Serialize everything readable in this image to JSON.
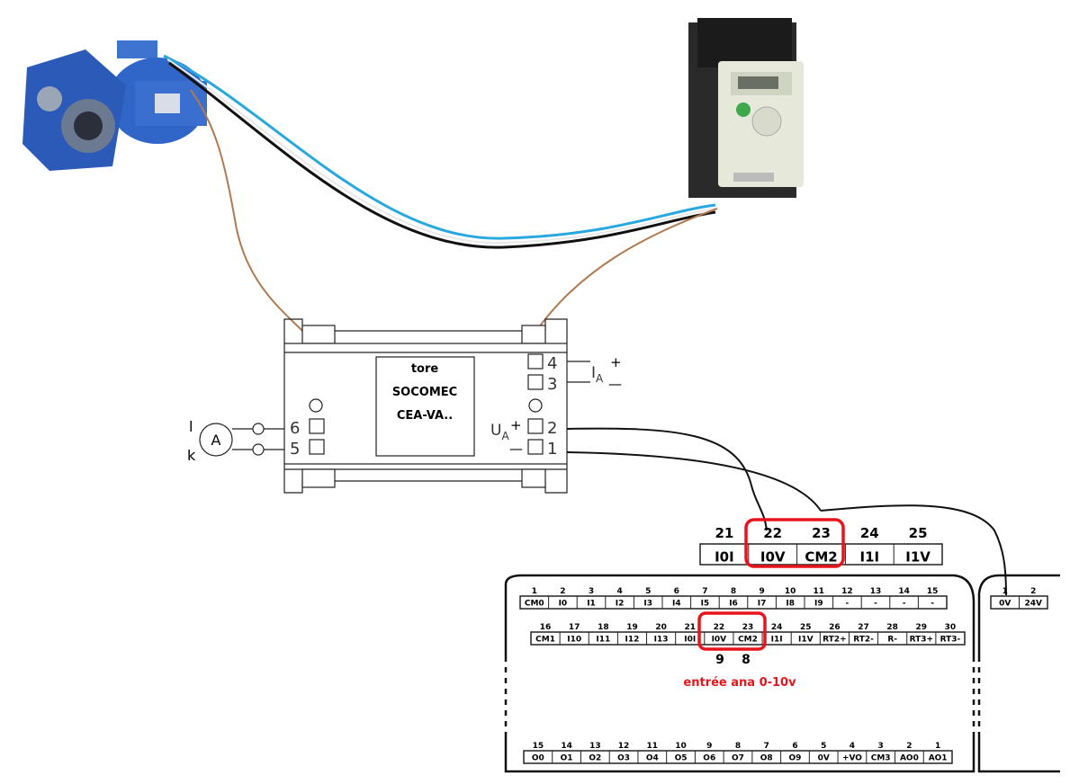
{
  "module": {
    "title_lines": [
      "tore",
      "SOCOMEC",
      "CEA-VA.."
    ],
    "left_terminals": [
      "6",
      "5"
    ],
    "right_terminals": [
      "4",
      "3",
      "2",
      "1"
    ],
    "ammeter": "A",
    "ammeter_labels": [
      "l",
      "k"
    ],
    "current_label": "I",
    "current_sub": "A",
    "voltage_label": "U",
    "voltage_sub": "A",
    "plus": "+",
    "minus": "—"
  },
  "zoom_strip": {
    "numbers": [
      "21",
      "22",
      "23",
      "24",
      "25"
    ],
    "labels": [
      "I0I",
      "I0V",
      "CM2",
      "I1I",
      "I1V"
    ]
  },
  "plc": {
    "row1": {
      "numbers": [
        "1",
        "2",
        "3",
        "4",
        "5",
        "6",
        "7",
        "8",
        "9",
        "10",
        "11",
        "12",
        "13",
        "14",
        "15"
      ],
      "labels": [
        "CM0",
        "I0",
        "I1",
        "I2",
        "I3",
        "I4",
        "I5",
        "I6",
        "I7",
        "I8",
        "I9",
        "-",
        "-",
        "-",
        "-"
      ]
    },
    "row2": {
      "numbers": [
        "16",
        "17",
        "18",
        "19",
        "20",
        "21",
        "22",
        "23",
        "24",
        "25",
        "26",
        "27",
        "28",
        "29",
        "30"
      ],
      "labels": [
        "CM1",
        "I10",
        "I11",
        "I12",
        "I13",
        "I0I",
        "I0V",
        "CM2",
        "I1I",
        "I1V",
        "RT2+",
        "RT2-",
        "R-",
        "RT3+",
        "RT3-"
      ]
    },
    "row3": {
      "numbers": [
        "15",
        "14",
        "13",
        "12",
        "11",
        "10",
        "9",
        "8",
        "7",
        "6",
        "5",
        "4",
        "3",
        "2",
        "1"
      ],
      "labels": [
        "O0",
        "O1",
        "O2",
        "O3",
        "O4",
        "O5",
        "O6",
        "O7",
        "O8",
        "O9",
        "0V",
        "+VO",
        "CM3",
        "AO0",
        "AO1"
      ]
    },
    "power": {
      "numbers": [
        "1",
        "2"
      ],
      "labels": [
        "0V",
        "24V"
      ]
    },
    "wire_numbers": [
      "9",
      "8"
    ],
    "annotation": "entrée ana 0-10v"
  },
  "colors": {
    "highlight": "#e8141c",
    "wire_brown": "#b07a50",
    "wire_blue": "#29a8e0",
    "motor_blue": "#2a5fc0"
  }
}
